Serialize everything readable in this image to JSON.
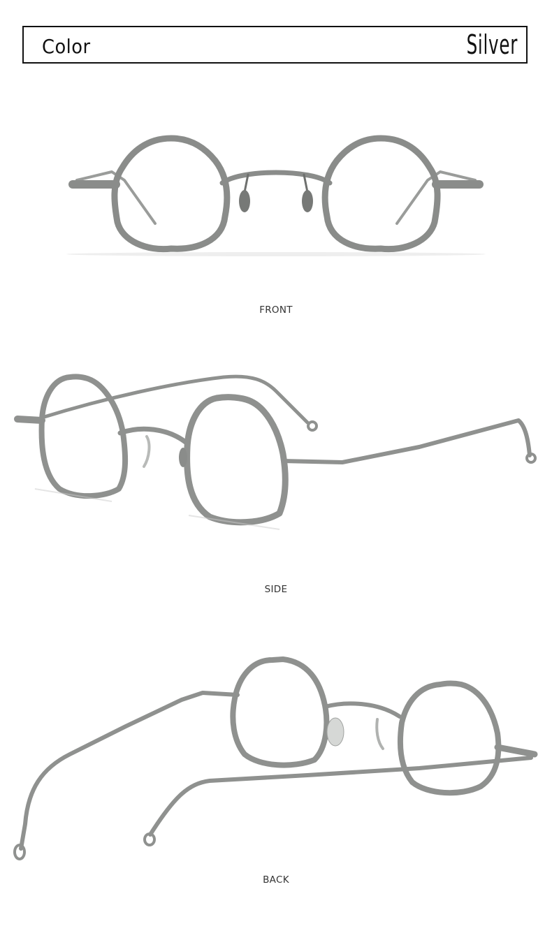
{
  "header": {
    "label": "Color",
    "value": "Silver"
  },
  "views": [
    {
      "caption": "FRONT",
      "icon": "glasses-front-image"
    },
    {
      "caption": "SIDE",
      "icon": "glasses-side-image"
    },
    {
      "caption": "BACK",
      "icon": "glasses-back-image"
    }
  ],
  "colors": {
    "frame": "#8a8c8a",
    "frame_dark": "#6e706e",
    "border": "#111111",
    "caption": "#333333"
  }
}
